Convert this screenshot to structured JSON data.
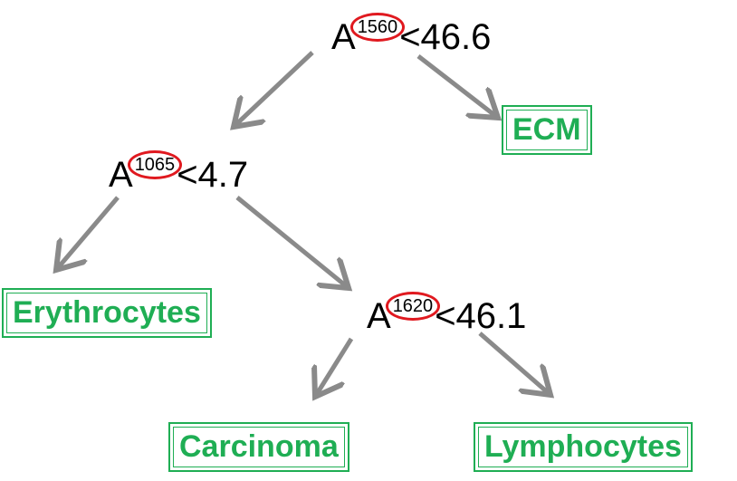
{
  "nodes": {
    "root": {
      "var": "A",
      "sub": "1560",
      "rest": "<46.6"
    },
    "left": {
      "var": "A",
      "sub": "1065",
      "rest": "<4.7"
    },
    "inner": {
      "var": "A",
      "sub": "1620",
      "rest": "<46.1"
    }
  },
  "leaves": {
    "ecm": "ECM",
    "erythrocytes": "Erythrocytes",
    "carcinoma": "Carcinoma",
    "lymphocytes": "Lymphocytes"
  },
  "colors": {
    "arrow": "#8a8a8a",
    "leaf": "#1fae54",
    "ring": "#e0191f",
    "text": "#000000"
  }
}
